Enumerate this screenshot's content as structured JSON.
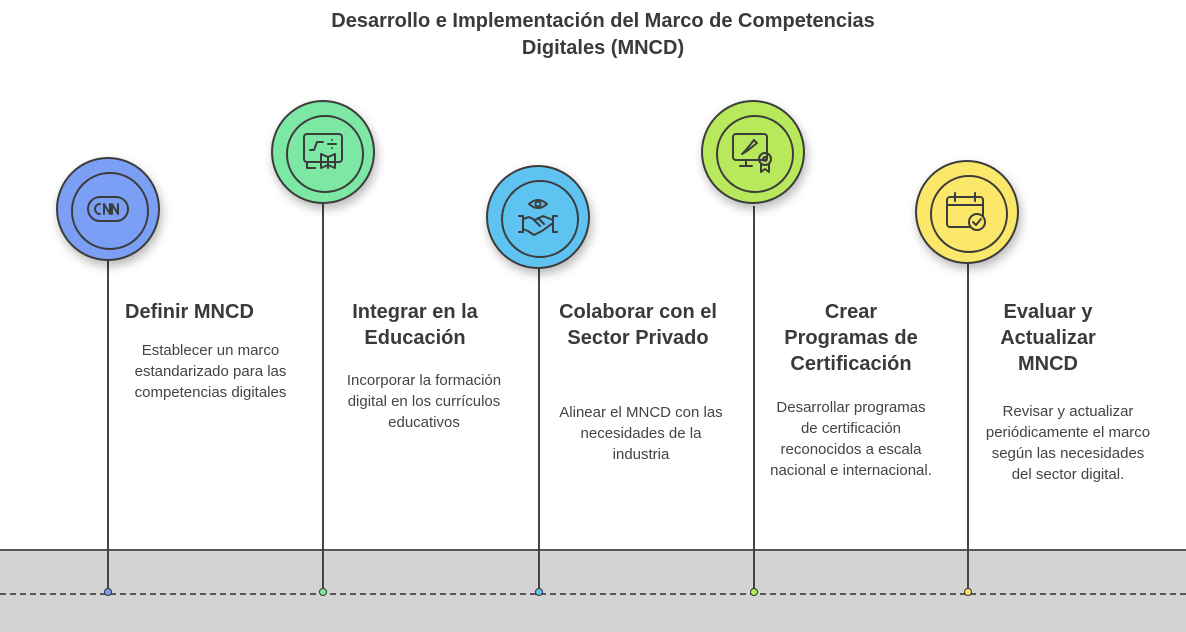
{
  "title": "Desarrollo e Implementación del Marco de Competencias Digitales (MNCD)",
  "steps": [
    {
      "title": "Definir MNCD",
      "description": "Establecer un marco estandarizado para las competencias digitales",
      "color": "#7b9ff5",
      "icon": "cnn-logo-icon"
    },
    {
      "title": "Integrar en la Educación",
      "description": "Incorporar la formación digital en los currículos educativos",
      "color": "#7de8a3",
      "icon": "digital-classroom-icon"
    },
    {
      "title": "Colaborar con el Sector Privado",
      "description": "Alinear el MNCD con las necesidades de la industria",
      "color": "#5fc3f1",
      "icon": "handshake-eye-icon"
    },
    {
      "title": "Crear Programas de Certificación",
      "description": "Desarrollar programas de certificación reconocidos a escala nacional e internacional.",
      "color": "#b8e85c",
      "icon": "certificate-monitor-icon"
    },
    {
      "title": "Evaluar y Actualizar MNCD",
      "description": "Revisar y actualizar periódicamente el marco según las necesidades del sector digital.",
      "color": "#fbe76a",
      "icon": "calendar-check-icon"
    }
  ]
}
